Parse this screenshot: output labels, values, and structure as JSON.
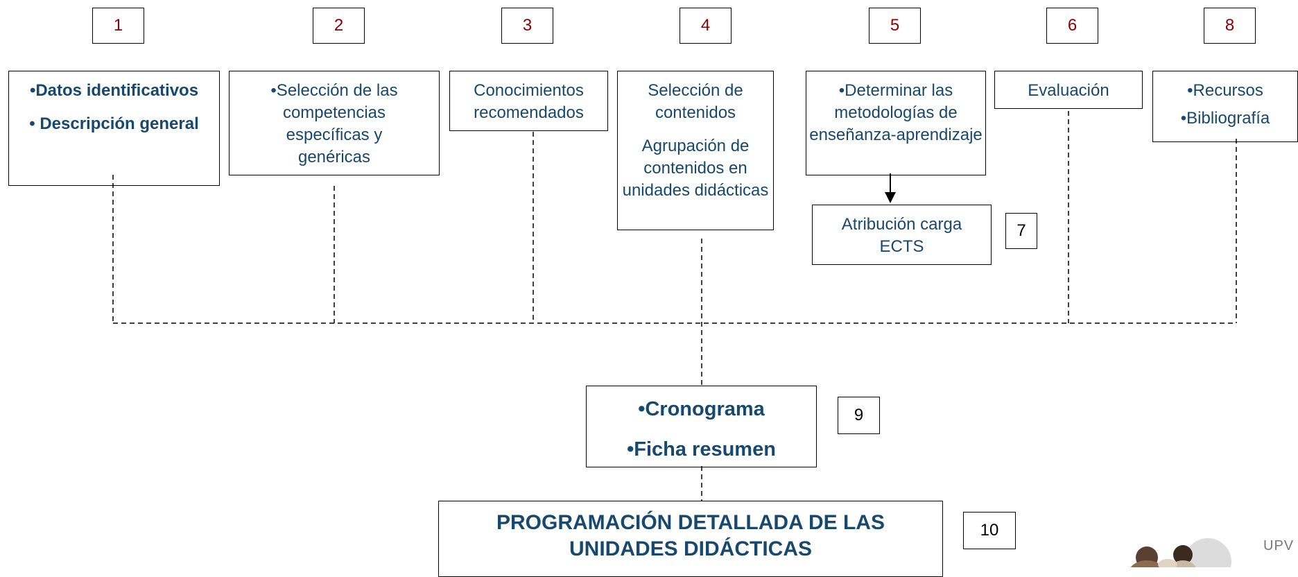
{
  "steps": {
    "n1": "1",
    "n2": "2",
    "n3": "3",
    "n4": "4",
    "n5": "5",
    "n6": "6",
    "n7": "7",
    "n8": "8",
    "n9": "9",
    "n10": "10"
  },
  "boxes": {
    "datos": "•Datos identificativos",
    "descripcion": "• Descripción general",
    "seleccion_competencias": "•Selección de las competencias específicas y genéricas",
    "conocimientos": "Conocimientos recomendados",
    "seleccion_contenidos": "Selección de contenidos",
    "agrupacion": "Agrupación de contenidos en unidades didácticas",
    "metodologias": "•Determinar las metodologías de enseñanza-aprendizaje",
    "atribucion": "Atribución carga ECTS",
    "evaluacion": "Evaluación",
    "recursos": "•Recursos",
    "bibliografia": "•Bibliografía",
    "cronograma": "•Cronograma",
    "ficha": "•Ficha resumen",
    "programacion": "PROGRAMACIÓN DETALLADA DE LAS UNIDADES DIDÁCTICAS"
  },
  "logo": {
    "text": "UPV"
  },
  "colors": {
    "box_text": "#17486e",
    "step_number": "#8b0000",
    "lines": "#000000"
  }
}
